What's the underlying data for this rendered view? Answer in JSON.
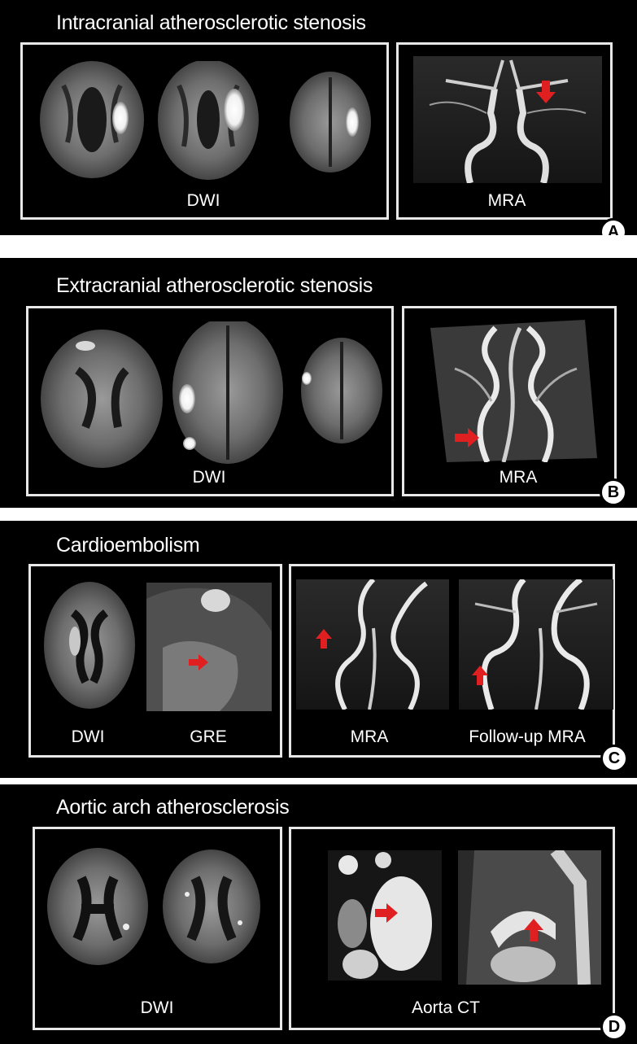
{
  "panels": [
    {
      "title": "Intracranial atherosclerotic stenosis",
      "badge": "A",
      "captions": [
        "DWI",
        "MRA"
      ]
    },
    {
      "title": "Extracranial atherosclerotic stenosis",
      "badge": "B",
      "captions": [
        "DWI",
        "MRA"
      ]
    },
    {
      "title": "Cardioembolism",
      "badge": "C",
      "captions": [
        "DWI",
        "GRE",
        "MRA",
        "Follow-up MRA"
      ]
    },
    {
      "title": "Aortic arch atherosclerosis",
      "badge": "D",
      "captions": [
        "DWI",
        "Aorta CT"
      ]
    }
  ],
  "colors": {
    "background": "#000000",
    "frame": "#e8e8e8",
    "arrow": "#e02020",
    "separator": "#ffffff"
  }
}
